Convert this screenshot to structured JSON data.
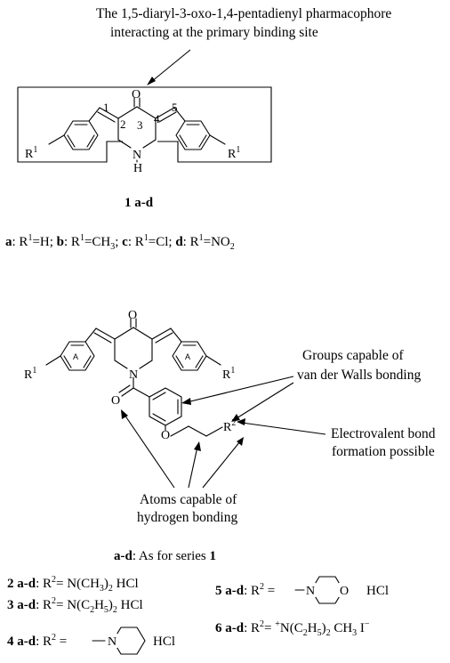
{
  "top": {
    "annotation_line1": "The 1,5-diaryl-3-oxo-1,4-pentadienyl pharmacophore",
    "annotation_line2": "interacting at the primary binding site",
    "atoms": {
      "O": "O",
      "N": "N",
      "H": "H",
      "R": "R",
      "sup1": "1",
      "pos1": "1",
      "pos2": "2",
      "pos3": "3",
      "pos4": "4",
      "pos5": "5"
    },
    "compound_label": "1 a-d",
    "substituents": [
      {
        "letter": "a",
        "pre": ": R",
        "sup": "1",
        "post": "=H; "
      },
      {
        "letter": "b",
        "pre": ": R",
        "sup": "1",
        "post": "=CH",
        "sub": "3",
        "tail": "; "
      },
      {
        "letter": "c",
        "pre": ": R",
        "sup": "1",
        "post": "=Cl; "
      },
      {
        "letter": "d",
        "pre": ": R",
        "sup": "1",
        "post": "=NO",
        "sub": "2",
        "tail": ""
      }
    ]
  },
  "bottom": {
    "atoms": {
      "O": "O",
      "N": "N",
      "R": "R",
      "sup1": "1",
      "sup2": "2",
      "ringA": "A"
    },
    "callouts": {
      "vdw_line1": "Groups capable of",
      "vdw_line2": "van der Walls bonding",
      "electro_line1": "Electrovalent bond",
      "electro_line2": "formation possible",
      "hbond_line1": "Atoms capable of",
      "hbond_line2": "hydrogen bonding"
    },
    "series_note": {
      "bold": "a-d",
      "text": ": As for series ",
      "bold2": "1"
    },
    "compounds": {
      "c2": {
        "label": "2 a-d",
        "pre": ": R",
        "sup": "2",
        "text": "= N(CH",
        "sub": "3",
        "tail": ")",
        "sub2": "2",
        "end": " HCl"
      },
      "c3": {
        "label": "3 a-d",
        "pre": ": R",
        "sup": "2",
        "text": "= N(C",
        "sub": "2",
        "mid": "H",
        "sub2": "5",
        "tail": ")",
        "sub3": "2",
        "end": " HCl"
      },
      "c4": {
        "label": "4 a-d",
        "pre": ": R",
        "sup": "2",
        "text": " = ",
        "ringN": "N",
        "end": "HCl"
      },
      "c5": {
        "label": "5 a-d",
        "pre": ": R",
        "sup": "2",
        "text": " = ",
        "ringN": "N",
        "ringO": "O",
        "end": "HCl"
      },
      "c6": {
        "label": "6 a-d",
        "pre": ": R",
        "sup": "2",
        "text": "= ",
        "plus": "+",
        "body": "N(C",
        "sub": "2",
        "mid": "H",
        "sub2": "5",
        "tail": ")",
        "sub3": "2",
        "end": " CH",
        "sub4": "3",
        "iodide": " I",
        "minus": "−"
      }
    }
  }
}
